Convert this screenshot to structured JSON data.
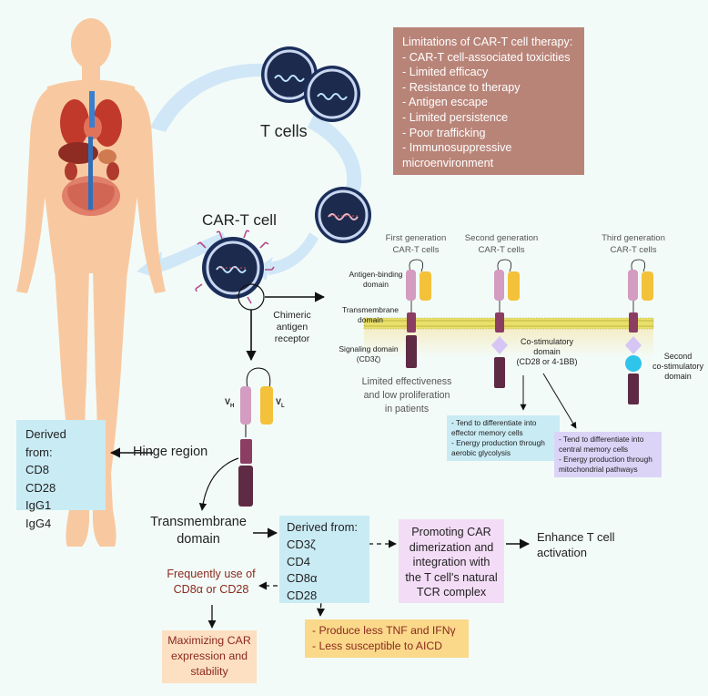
{
  "limitations": {
    "title": "Limitations of CAR-T cell therapy:",
    "items": [
      "- CAR-T cell-associated toxicities",
      "- Limited efficacy",
      "- Resistance to therapy",
      "- Antigen escape",
      "- Limited persistence",
      "- Poor trafficking",
      "- Immunosuppressive",
      "microenvironment"
    ]
  },
  "labels": {
    "t_cells": "T cells",
    "car_t_cell": "CAR-T cell",
    "chimeric": [
      "Chimeric",
      "antigen",
      "receptor"
    ],
    "vh": "V",
    "vh_sub": "H",
    "vl": "V",
    "vl_sub": "L",
    "hinge_region": "Hinge region",
    "transmembrane_domain": [
      "Transmembrane",
      "domain"
    ],
    "enhance": [
      "Enhance T cell",
      "activation"
    ],
    "frequently": [
      "Frequently use of",
      "CD8α or CD28"
    ]
  },
  "generations": {
    "first": [
      "First generation",
      "CAR-T cells"
    ],
    "second": [
      "Second generation",
      "CAR-T cells"
    ],
    "third": [
      "Third generation",
      "CAR-T cells"
    ],
    "antigen_binding": [
      "Antigen-binding",
      "domain"
    ],
    "transmembrane": [
      "Transmembrane",
      "domain"
    ],
    "signaling": [
      "Signaling domain",
      "(CD3ζ)"
    ],
    "costim": [
      "Co-stimulatory",
      "domain",
      "(CD28 or 4-1BB)"
    ],
    "second_costim": [
      "Second",
      "co-stimulatory",
      "domain"
    ],
    "limited": [
      "Limited effectiveness",
      "and low proliferation",
      "in patients"
    ]
  },
  "notes": {
    "effector": [
      "- Tend to differentiate into",
      "effector memory cells",
      "- Energy production through",
      "aerobic glycolysis"
    ],
    "central": [
      "- Tend to differentiate into",
      "central memory cells",
      "- Energy production through",
      "mitochondrial pathways"
    ]
  },
  "hinge_derived": {
    "title": "Derived from:",
    "items": [
      "CD8",
      "CD28",
      "IgG1",
      "IgG4"
    ]
  },
  "tm_derived": {
    "title": "Derived from:",
    "items": [
      "CD3ζ",
      "CD4",
      "CD8α",
      "CD28"
    ]
  },
  "promoting": [
    "Promoting CAR",
    "dimerization and",
    "integration with",
    "the T cell's natural",
    "TCR complex"
  ],
  "produce": [
    "- Produce less TNF and IFNγ",
    "- Less susceptible to AICD"
  ],
  "maximizing": [
    "Maximizing CAR",
    "expression and",
    "stability"
  ],
  "colors": {
    "background": "#f3fbf8",
    "limitations_box": "#b98478",
    "derived_box": "#c9ebf4",
    "promoting_box": "#f3dcf6",
    "produce_box": "#fbd98a",
    "maximizing_box": "#fce0c1",
    "central_note_box": "#dcd4f7",
    "dark_red_text": "#8a2a1e",
    "vh_pink": "#d49cc0",
    "vl_yellow": "#f4c13a",
    "domain_maroon": "#6b2d4a",
    "costim_lavender": "#d7c6f5",
    "second_costim_cyan": "#2fc4ea",
    "body_skin": "#f8c9a0"
  }
}
